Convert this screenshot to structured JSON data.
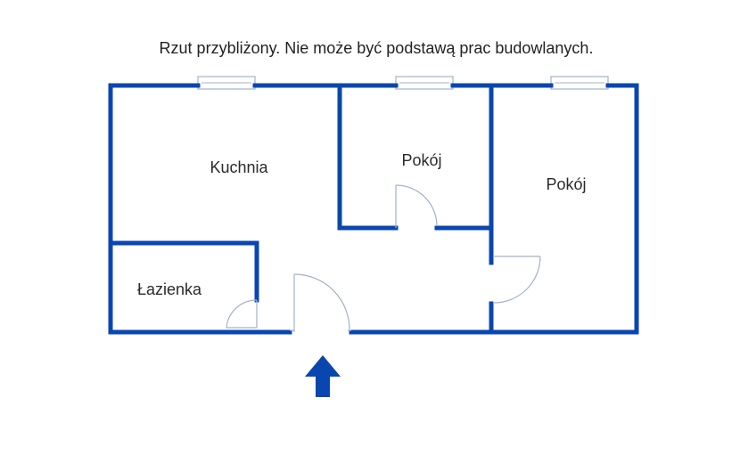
{
  "disclaimer": "Rzut przybliżony. Nie może być podstawą prac  budowlanych.",
  "rooms": {
    "kitchen": "Kuchnia",
    "room_middle": "Pokój",
    "room_right": "Pokój",
    "bathroom": "Łazienka"
  },
  "colors": {
    "wall": "#0a46b0",
    "door_line": "#9fb3c8",
    "window_line": "#9fb3c8",
    "arrow": "#0a46b0"
  },
  "icons": {
    "entrance": "up-arrow-icon"
  }
}
